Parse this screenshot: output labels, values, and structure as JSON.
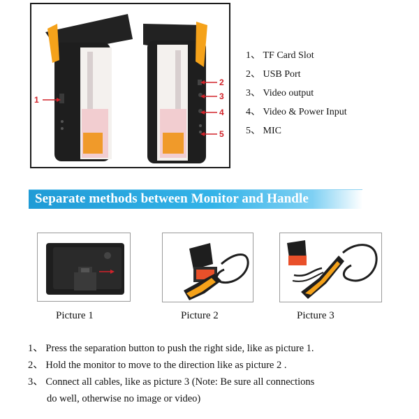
{
  "ports": {
    "callouts": [
      "1",
      "2",
      "3",
      "4",
      "5"
    ],
    "items": [
      "1、 TF Card Slot",
      "2、 USB Port",
      "3、 Video output",
      "4、 Video & Power Input",
      "5、 MIC"
    ]
  },
  "banner": {
    "title": "Separate methods between Monitor and Handle"
  },
  "pictures": [
    {
      "caption": "Picture 1"
    },
    {
      "caption": "Picture 2"
    },
    {
      "caption": "Picture 3"
    }
  ],
  "steps": {
    "line1": "1、 Press the separation button to push the right side, like as picture 1.",
    "line2": "2、 Hold the monitor to move to the direction like as picture 2 .",
    "line3": "3、 Connect all cables, like as picture 3 (Note: Be sure all connections",
    "line3_cont": "do well, otherwise no image or video)"
  },
  "colors": {
    "accent_red": "#d2232a",
    "banner_blue": "#2aa7df",
    "device_orange": "#f5a21a",
    "device_black": "#1e1e1e"
  }
}
